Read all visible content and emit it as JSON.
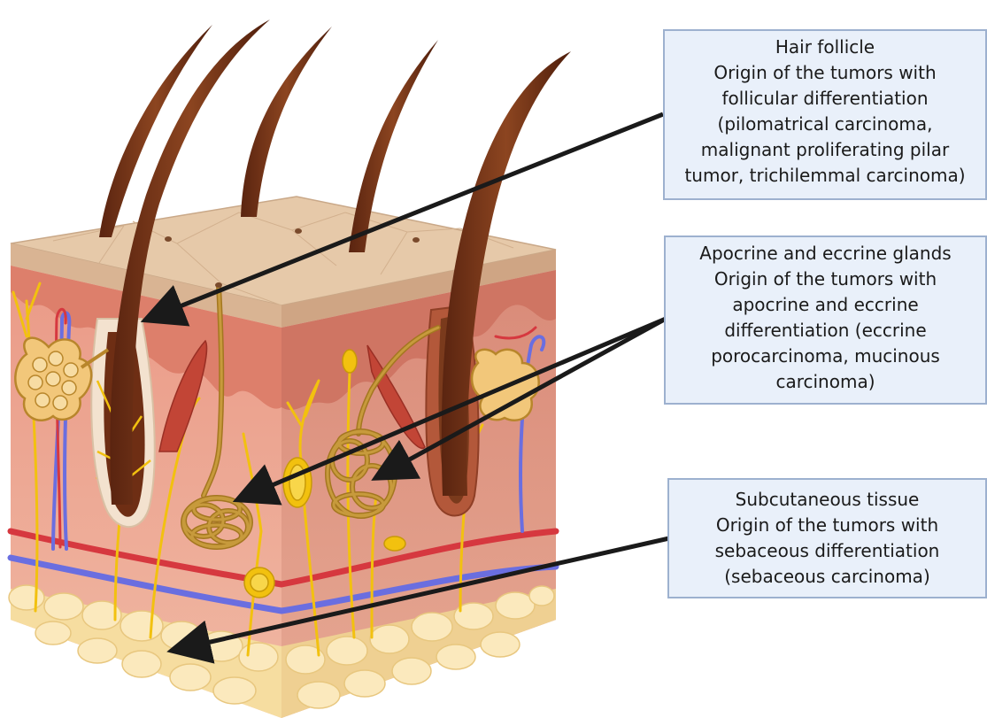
{
  "callouts": {
    "hair_follicle": {
      "lines": [
        "Hair follicle",
        "Origin of the tumors with",
        "follicular differentiation",
        "(pilomatrical carcinoma,",
        "malignant proliferating pilar",
        "tumor, trichilemmal carcinoma)"
      ]
    },
    "glands": {
      "lines": [
        "Apocrine and eccrine glands",
        "Origin of the tumors with",
        "apocrine and eccrine",
        "differentiation (eccrine",
        "porocarcinoma, mucinous",
        "carcinoma)"
      ]
    },
    "subcutaneous": {
      "lines": [
        "Subcutaneous tissue",
        "Origin of the tumors with",
        "sebaceous differentiation",
        "(sebaceous carcinoma)"
      ]
    }
  },
  "colors": {
    "box_fill": "#e9f0fa",
    "box_border": "#9db1cf",
    "arrow": "#1a1a1a",
    "epidermis_top": "#e4c6a4",
    "dermis": "#e9a08c",
    "hair": "#7a3a1c",
    "nerve": "#f2c10f",
    "fat": "#f7e3a8",
    "artery": "#d6383f",
    "vein": "#6a6ee0",
    "gland": "#b8862b"
  }
}
